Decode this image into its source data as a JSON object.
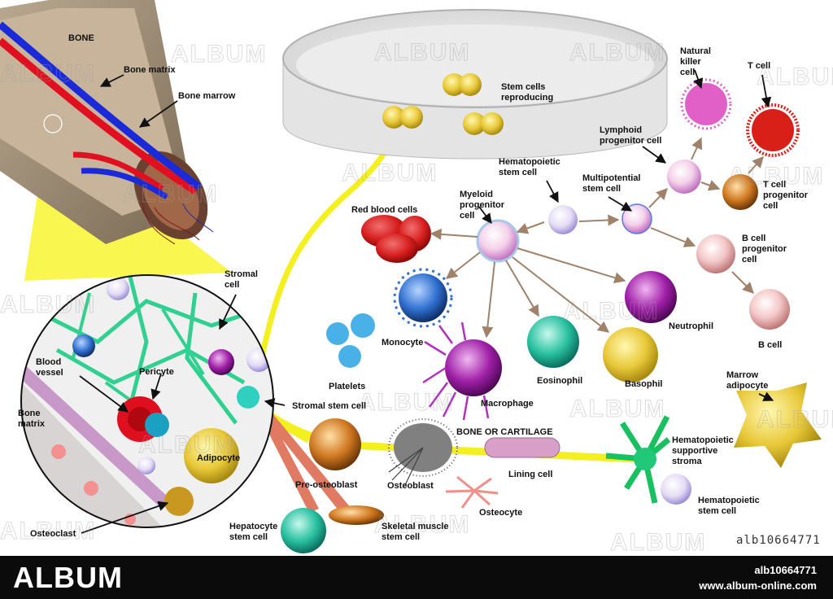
{
  "labels": {
    "bone": "BONE",
    "bone_matrix_top": "Bone matrix",
    "bone_marrow": "Bone marrow",
    "stromal_cell": "Stromal cell",
    "blood_vessel": "Blood vessel",
    "pericyte": "Pericyte",
    "bone_matrix_inset": "Bone matrix",
    "adipocyte": "Adipocyte",
    "osteoclast": "Osteoclast",
    "stem_cells_reproducing": "Stem cells reproducing",
    "hematopoietic_stem_cell_top": "Hematopoietic stem cell",
    "myeloid_progenitor_cell": "Myeloid progenitor cell",
    "lymphoid_progenitor_cell": "Lymphoid progenitor cell",
    "multipotential_stem_cell": "Multipotential stem cell",
    "natural_killer_cell": "Natural killer cell",
    "t_cell": "T cell",
    "t_cell_progenitor_cell": "T cell progenitor cell",
    "b_cell_progenitor_cell": "B cell progenitor cell",
    "b_cell": "B cell",
    "red_blood_cells": "Red blood cells",
    "monocyte": "Monocyte",
    "neutrophil": "Neutrophil",
    "platelets": "Platelets",
    "eosinophil": "Eosinophil",
    "basophil": "Basophil",
    "macrophage": "Macrophage",
    "stromal_stem_cell": "Stromal stem cell",
    "marrow_adipocyte": "Marrow adipocyte",
    "bone_or_cartilage": "BONE OR CARTILAGE",
    "lining_cell": "Lining cell",
    "hematopoietic_supportive_stroma": "Hematopoietic supportive stroma",
    "hematopoietic_stem_cell_bottom": "Hematopoietic stem cell",
    "pre_osteoblast": "Pre-osteoblast",
    "osteoblast": "Osteoblast",
    "osteocyte": "Osteocyte",
    "hepatocyte_stem_cell": "Hepatocyte stem cell",
    "skeletal_muscle_stem_cell": "Skeletal muscle stem cell"
  },
  "watermark": "ALBUM",
  "image_ref": "alb10664771",
  "footer": {
    "logo": "ALBUM",
    "ref": "alb10664771",
    "url": "www.album-online.com"
  },
  "colors": {
    "arrow_brown": "#a0826a",
    "yellow_beam": "#f4f020",
    "stroma_green": "#2fd090",
    "footer_bg": "#0b0b0b",
    "artery_red": "#e01020",
    "vein_blue": "#1a2ad8"
  }
}
